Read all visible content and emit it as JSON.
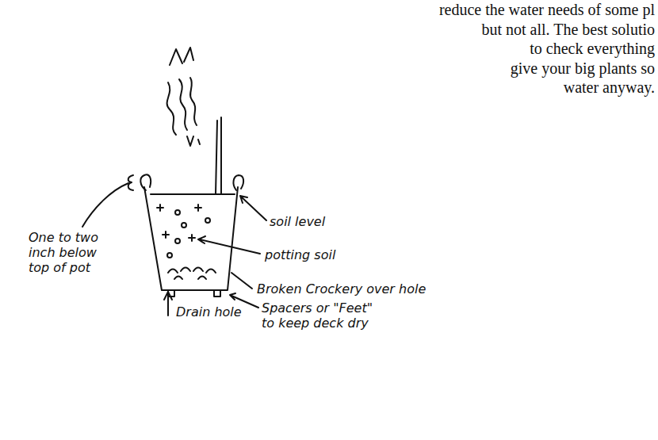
{
  "diagram": {
    "labels": [
      "reduce the water needs of some pl",
      "but not all. The best solutio",
      "to check everything",
      "give your big plants so",
      "water anyway.",
      "One to two inch below top of pot",
      "soil level",
      "potting soil",
      "Broken Crockery over hole",
      "Spacers or \"Feet\" to keep deck dry",
      "Drain hole"
    ]
  }
}
